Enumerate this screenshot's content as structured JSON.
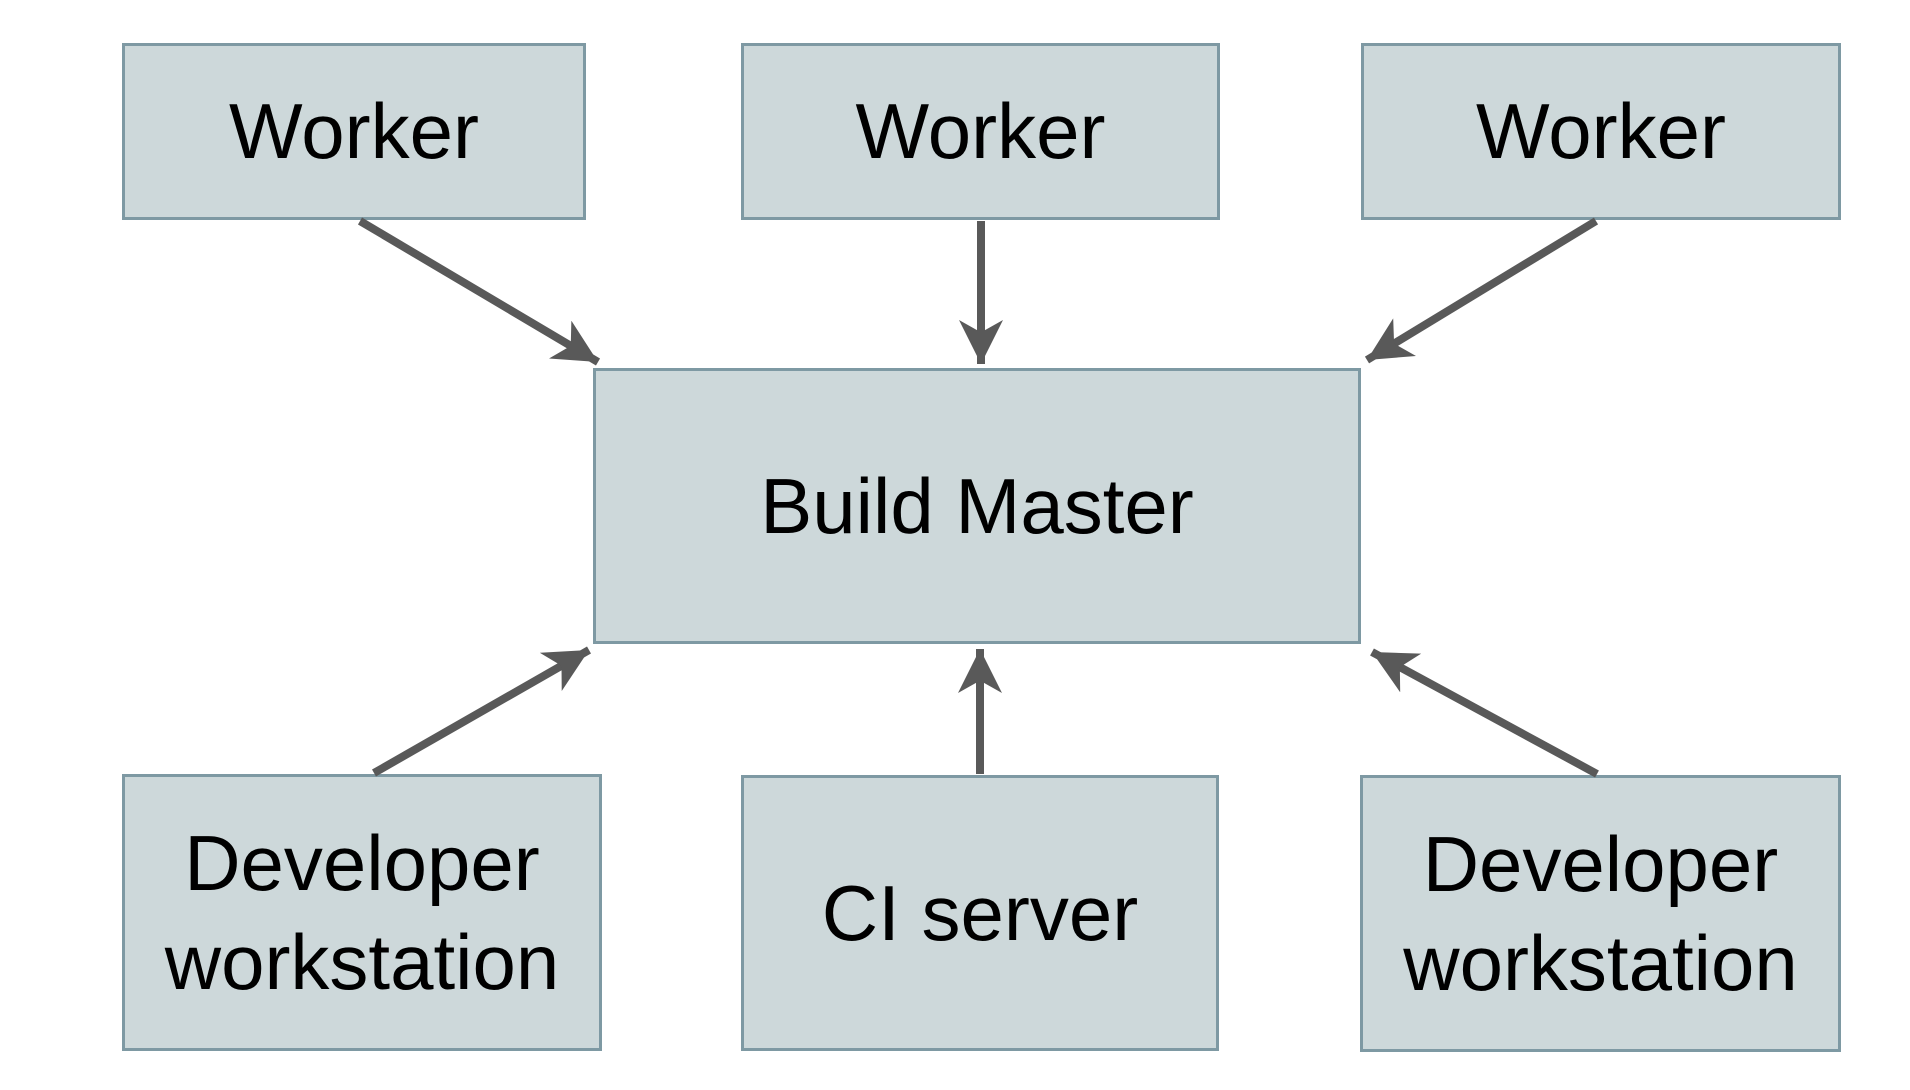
{
  "diagram": {
    "type": "architecture-diagram",
    "nodes": [
      {
        "id": "worker-left",
        "label": "Worker"
      },
      {
        "id": "worker-middle",
        "label": "Worker"
      },
      {
        "id": "worker-right",
        "label": "Worker"
      },
      {
        "id": "build-master",
        "label": "Build Master"
      },
      {
        "id": "developer-workstation-left",
        "label": "Developer workstation"
      },
      {
        "id": "ci-server",
        "label": "CI server"
      },
      {
        "id": "developer-workstation-right",
        "label": "Developer workstation"
      }
    ],
    "edges": [
      {
        "from": "worker-left",
        "to": "build-master"
      },
      {
        "from": "worker-middle",
        "to": "build-master"
      },
      {
        "from": "worker-right",
        "to": "build-master"
      },
      {
        "from": "developer-workstation-left",
        "to": "build-master"
      },
      {
        "from": "ci-server",
        "to": "build-master"
      },
      {
        "from": "developer-workstation-right",
        "to": "build-master"
      }
    ],
    "colors": {
      "background": "#ffffff",
      "node_fill": "#cdd8da",
      "node_border": "#7e99a3",
      "arrow": "#595959",
      "text": "#000000"
    }
  }
}
